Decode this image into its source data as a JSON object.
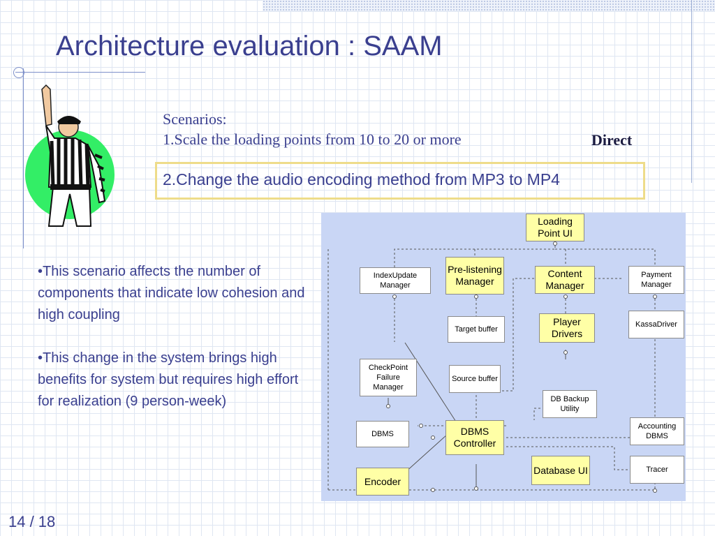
{
  "slide": {
    "title": "Architecture evaluation : SAAM",
    "scenarios_heading": "Scenarios:",
    "scenario_1": "1.Scale the loading points from 10 to 20 or more",
    "scenario_1_type": "Direct",
    "scenario_2": "2.Change the audio encoding method from MP3 to MP4",
    "bullet_1": "•This scenario affects the number of components that indicate low cohesion and high coupling",
    "bullet_2": "•This change in the system brings high benefits for system but requires high effort for realization (9 person-week)",
    "page_number": "14 / 18"
  },
  "diagram": {
    "nodes": {
      "loading_point_ui": "Loading Point UI",
      "indexupdate_manager": "IndexUpdate Manager",
      "prelistening_manager": "Pre-listening Manager",
      "content_manager": "Content Manager",
      "payment_manager": "Payment Manager",
      "target_buffer": "Target buffer",
      "player_drivers": "Player Drivers",
      "kassadriver": "KassaDriver",
      "checkpoint_failure_manager": "CheckPoint Failure Manager",
      "source_buffer": "Source buffer",
      "db_backup_utility": "DB Backup Utility",
      "dbms": "DBMS",
      "dbms_controller": "DBMS Controller",
      "accounting_dbms": "Accounting DBMS",
      "database_ui": "Database UI",
      "tracer": "Tracer",
      "encoder": "Encoder"
    },
    "highlight_color": "#ffffa6",
    "background_color": "#c9d6f5"
  }
}
